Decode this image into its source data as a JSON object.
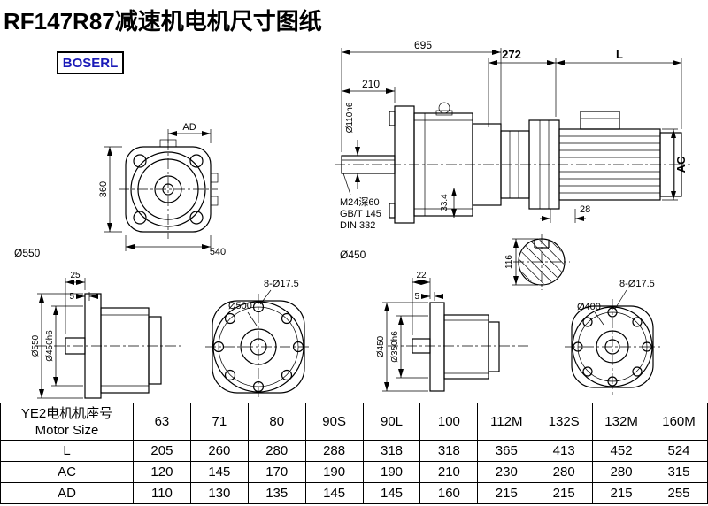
{
  "page": {
    "title": "RF147R87减速机电机尺寸图纸",
    "brand": "BOSERL"
  },
  "drawing": {
    "front_view": {
      "ad": "AD",
      "height": "360",
      "width": "540",
      "flange_od": "Ø550"
    },
    "gearbox_side_view": {
      "total_length": "695",
      "shaft_length": "210",
      "shaft_dia": "Ø110h6",
      "tap_note1": "M24深60",
      "tap_note2": "GB/T 145",
      "tap_note3": "DIN 332",
      "dim_334": "33.4",
      "flange_od": "Ø450"
    },
    "motor_view": {
      "adapter_length": "272",
      "motor_length": "L",
      "motor_dia": "AC",
      "dim_28": "28",
      "dim_116": "116"
    },
    "flange550_side": {
      "dim_25": "25",
      "dim_5": "5",
      "od": "Ø550",
      "spigot": "Ø450h6"
    },
    "flange550_front": {
      "bolt_circle": "Ø500",
      "holes": "8-Ø17.5"
    },
    "flange450_side": {
      "dim_22": "22",
      "dim_5": "5",
      "od": "Ø450",
      "spigot": "Ø350h6"
    },
    "flange450_front": {
      "bolt_circle": "Ø400",
      "holes": "8-Ø17.5"
    }
  },
  "table": {
    "header_zh": "YE2电机机座号",
    "header_en": "Motor Size",
    "motor_sizes": [
      "63",
      "71",
      "80",
      "90S",
      "90L",
      "100",
      "112M",
      "132S",
      "132M",
      "160M"
    ],
    "rows": [
      {
        "label": "L",
        "values": [
          "205",
          "260",
          "280",
          "288",
          "318",
          "318",
          "365",
          "413",
          "452",
          "524"
        ]
      },
      {
        "label": "AC",
        "values": [
          "120",
          "145",
          "170",
          "190",
          "190",
          "210",
          "230",
          "280",
          "280",
          "315"
        ]
      },
      {
        "label": "AD",
        "values": [
          "110",
          "130",
          "135",
          "145",
          "145",
          "160",
          "215",
          "215",
          "215",
          "255"
        ]
      }
    ]
  }
}
